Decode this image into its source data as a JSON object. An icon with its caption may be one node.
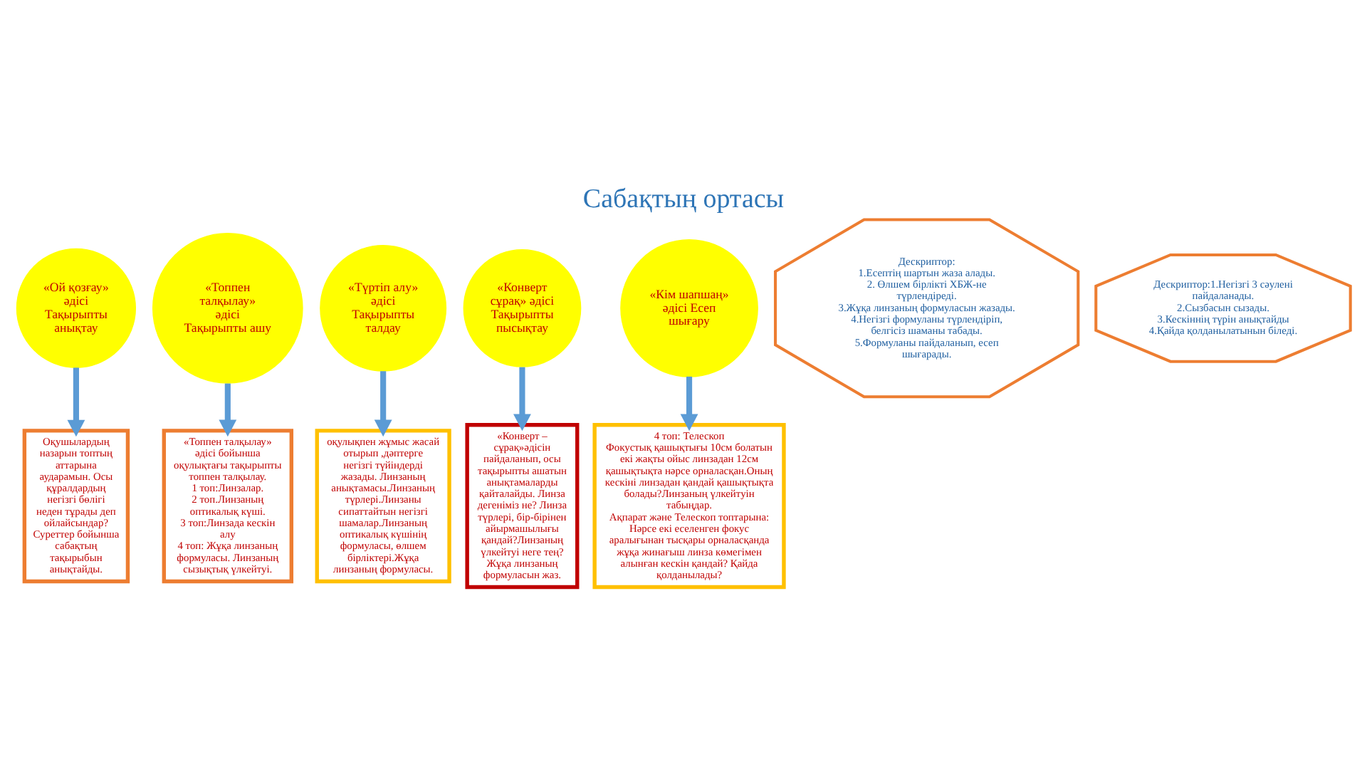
{
  "diagram": {
    "title": "Сабақтың ортасы",
    "nodes": [
      {
        "text": [
          "«Ой қозғау» әдісі Тақырыпты анықтау"
        ]
      },
      {
        "text": [
          "Оқушылардың назарын топтың аттарына аударамын. Осы құралдардың негізгі бөлігі неден тұрады деп ойлайсындар? Суреттер бойынша сабақтың тақырыбын анықтайды."
        ]
      },
      {
        "text": [
          "«Топпен талқылау» әдісі Тақырыпты ашу"
        ]
      },
      {
        "text": [
          "«Топпен талқылау» әдісі бойынша оқулықтағы тақырыпты топпен талқылау.",
          "1 топ:Линзалар.",
          "2 топ.Линзаның оптикалық күші.",
          "3 топ:Линзада кескін алу",
          "4 топ: Жұқа линзаның формуласы. Линзаның сызықтық үлкейтуі."
        ]
      },
      {
        "text": [
          "«Түртіп алу» әдісі Тақырыпты талдау"
        ]
      },
      {
        "text": [
          "оқулықпен жұмыс жасай отырып ,дәптерге негізгі түйіндерді жазады. Линзаның анықтамасы.Линзаның түрлері.Линзаны сипаттайтын негізгі шамалар.Линзаның оптикалық күшінің формуласы, өлшем бірліктері.Жұқа линзаның формуласы."
        ]
      },
      {
        "text": [
          "«Конверт сұрақ» әдісі Тақырыпты пысықтау"
        ]
      },
      {
        "text": [
          "«Конверт – сұрақ»әдісін пайдаланып, осы тақырыпты ашатын анықтамаларды қайталайды. Линза дегеніміз не? Линза түрлері, бір-бірінен айырмашылығы қандай?Линзаның үлкейтуі неге тең? Жұқа линзаның формуласын жаз."
        ]
      },
      {
        "text": [
          "«Кім шапшаң» әдісі Есеп шығару"
        ]
      },
      {
        "text": [
          "4 топ: Телескоп",
          "Фокустық қашықтығы 10см болатын екі жақты ойыс линзадан 12см қашықтықта нәрсе орналасқан.Оның кескіні линзадан қандай қашықтықта болады?Линзаның үлкейтуін табыңдар.",
          "Ақпарат және Телескоп топтарына:",
          "Нәрсе екі еселенген фокус аралығынан тысқары орналасқанда жұқа жинағыш линза көмегімен алынған кескін қандай? Қайда қолданылады?"
        ]
      },
      {
        "text": [
          "Дескриптор:",
          "1.Есептің шартын жаза алады.",
          "2. Өлшем бірлікті ХБЖ-не түрлендіреді.",
          "3.Жұқа линзаның формуласын жазады.",
          "4.Негізгі формуланы түрлендіріп, белгісіз шаманы табады.",
          "5.Формуланы пайдаланып, есеп шығарады."
        ]
      },
      {
        "text": [
          "Дескриптор:1.Негізгі 3 сәулені пайдаланады.",
          "2.Сызбасын сызады.",
          "3.Кескіннің түрін анықтайды",
          "4.Қайда қолданылатынын біледі."
        ]
      }
    ],
    "edges": [
      {
        "from": 0,
        "to": 1,
        "arrow": "to"
      },
      {
        "from": 2,
        "to": 3,
        "arrow": "to"
      },
      {
        "from": 4,
        "to": 5,
        "arrow": "to"
      },
      {
        "from": 6,
        "to": 7,
        "arrow": "to"
      },
      {
        "from": 8,
        "to": 9,
        "arrow": "to"
      }
    ]
  }
}
